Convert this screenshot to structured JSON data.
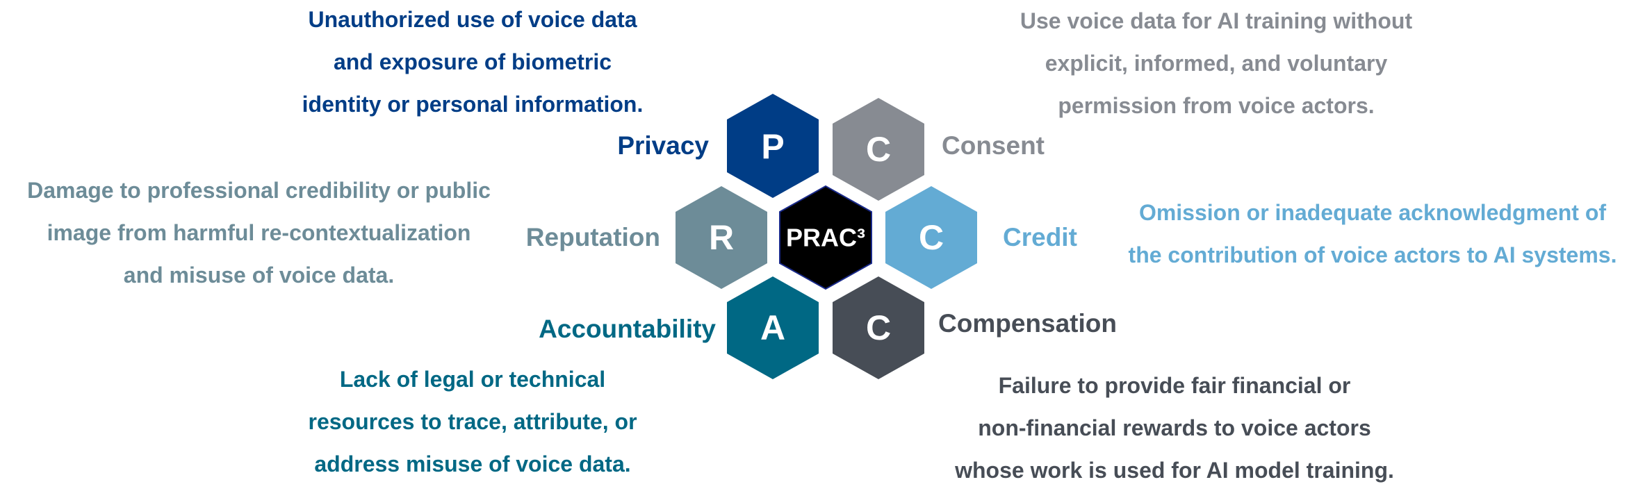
{
  "center": {
    "label": "PRAC³",
    "fill": "#000000"
  },
  "dimensions": {
    "privacy": {
      "letter": "P",
      "label": "Privacy",
      "color": "#003d86",
      "description": [
        "Unauthorized use of voice data",
        "and exposure of biometric",
        "identity or personal information."
      ]
    },
    "consent": {
      "letter": "C",
      "label": "Consent",
      "color": "#878b92",
      "description": [
        "Use voice data for AI training without",
        "explicit, informed, and voluntary",
        "permission from voice actors."
      ]
    },
    "reputation": {
      "letter": "R",
      "label": "Reputation",
      "color": "#6d8c98",
      "description": [
        "Damage to professional credibility or public",
        "image from harmful re-contextualization",
        "and misuse of voice data."
      ]
    },
    "credit": {
      "letter": "C",
      "label": "Credit",
      "color": "#63abd4",
      "description": [
        "Omission or inadequate acknowledgment of",
        "the contribution of voice actors to AI systems."
      ]
    },
    "accountability": {
      "letter": "A",
      "label": "Accountability",
      "color": "#006884",
      "description": [
        "Lack of legal or technical",
        "resources to trace, attribute, or",
        "address misuse of voice data."
      ]
    },
    "compensation": {
      "letter": "C",
      "label": "Compensation",
      "color": "#474d56",
      "description": [
        "Failure to provide fair financial or",
        "non-financial rewards to voice actors",
        "whose work is used for AI model training."
      ]
    }
  }
}
